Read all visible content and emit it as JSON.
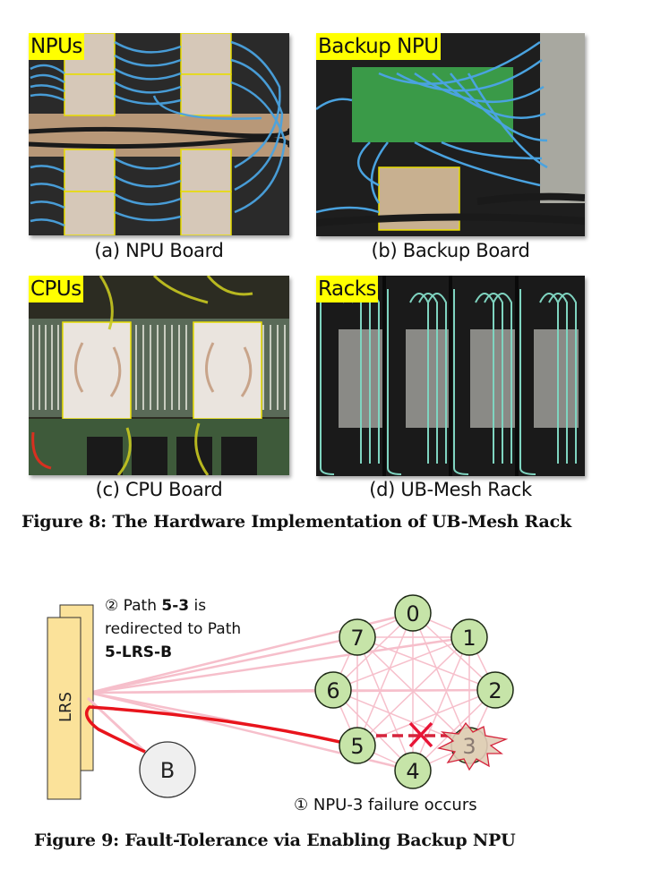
{
  "figure8": {
    "caption": "Figure 8: The Hardware Implementation of UB-Mesh Rack",
    "panels": [
      {
        "id": "a",
        "tag": "NPUs",
        "subcaption": "(a) NPU Board"
      },
      {
        "id": "b",
        "tag": "Backup NPU",
        "subcaption": "(b) Backup Board"
      },
      {
        "id": "c",
        "tag": "CPUs",
        "subcaption": "(c) CPU Board"
      },
      {
        "id": "d",
        "tag": "Racks",
        "subcaption": "(d) UB-Mesh Rack"
      }
    ]
  },
  "figure9": {
    "caption": "Figure 9: Fault-Tolerance via Enabling Backup NPU",
    "switch_label": "LRS",
    "backup_label": "B",
    "npu_labels": [
      "0",
      "1",
      "2",
      "3",
      "4",
      "5",
      "6",
      "7"
    ],
    "failed_npu": "3",
    "note_step2": {
      "marker": "②",
      "line1_pre": " Path ",
      "line1_bold": "5-3",
      "line1_post": " is",
      "line2": "redirected to Path",
      "line3_bold": "5-LRS-B"
    },
    "note_step1": "① NPU-3 failure occurs",
    "colors": {
      "npu_fill": "#c6e4a8",
      "npu_stroke": "#1e2a16",
      "link": "#f6bfcb",
      "redirect_path": "#e8141c",
      "failed_link": "#d5243c",
      "switch_fill": "#fbe29a",
      "backup_fill": "#efefef",
      "highlight": "#ffff00"
    }
  }
}
